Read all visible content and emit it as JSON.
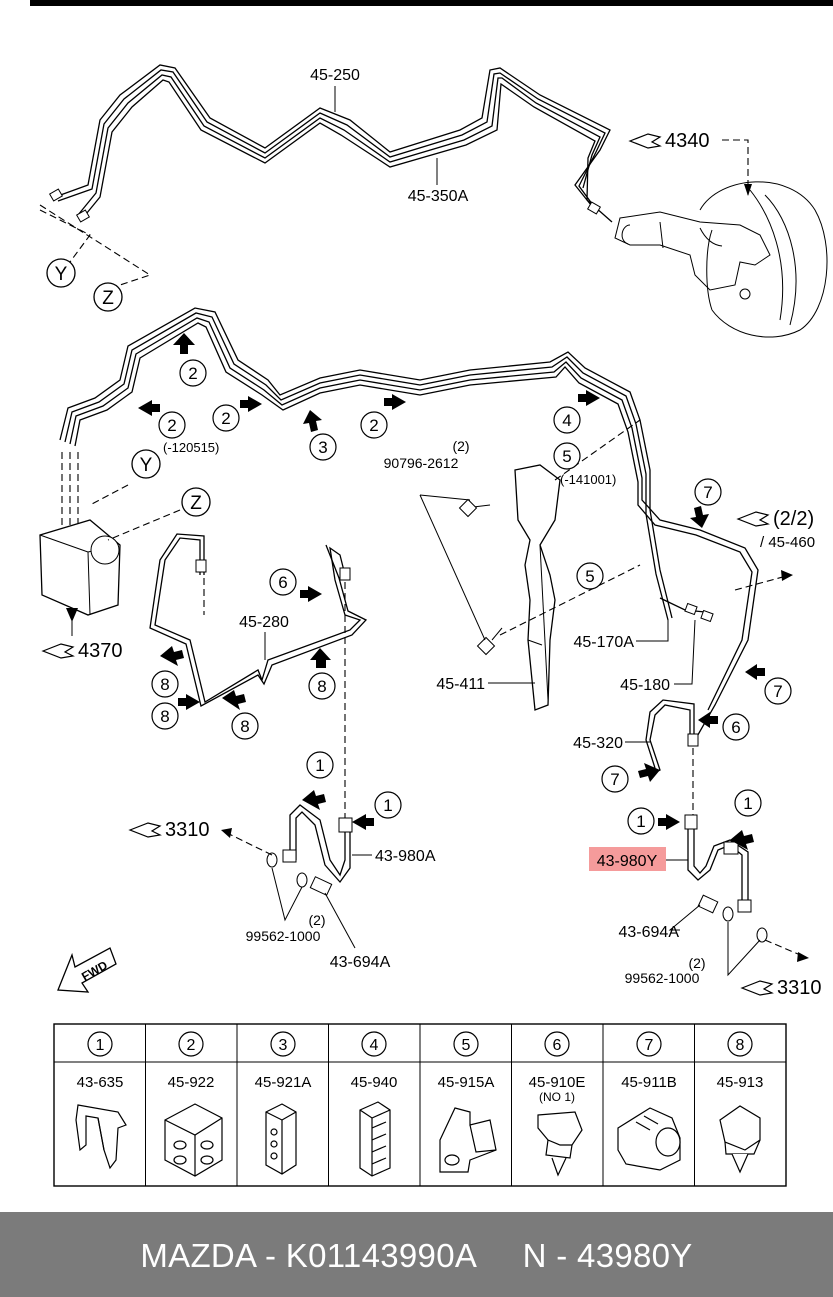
{
  "labels": {
    "p45_250": "45-250",
    "p45_350a": "45-350A",
    "p4340": "4340",
    "y": "Y",
    "z": "Z",
    "date_120515": "(-120515)",
    "qty2_90796": "(2)",
    "p90796": "90796-2612",
    "date_141001": "(-141001)",
    "p2_2": "(2/2)",
    "p45_460": "/ 45-460",
    "p4370": "4370",
    "p45_280": "45-280",
    "p45_170a": "45-170A",
    "p45_411": "45-411",
    "p45_180": "45-180",
    "p45_320": "45-320",
    "p3310_left": "3310",
    "p43_980a": "43-980A",
    "qty2_left": "(2)",
    "p99562_left": "99562-1000",
    "p43_694a_left": "43-694A",
    "p43_980y": "43-980Y",
    "p43_694a_right": "43-694A",
    "qty2_right": "(2)",
    "p99562_right": "99562-1000",
    "p3310_right": "3310",
    "fwd": "FWD"
  },
  "callout_numbers": {
    "c2a": "2",
    "c2b": "2",
    "c2c": "2",
    "c2d": "2",
    "c3": "3",
    "c4": "4",
    "c5a": "5",
    "c5b": "5",
    "c6a": "6",
    "c6b": "6",
    "c7a": "7",
    "c7b": "7",
    "c7c": "7",
    "c8a": "8",
    "c8b": "8",
    "c8c": "8",
    "c8d": "8",
    "c1a": "1",
    "c1b": "1",
    "c1c": "1",
    "c1d": "1"
  },
  "legend": [
    {
      "num": "1",
      "part": "43-635",
      "note": ""
    },
    {
      "num": "2",
      "part": "45-922",
      "note": ""
    },
    {
      "num": "3",
      "part": "45-921A",
      "note": ""
    },
    {
      "num": "4",
      "part": "45-940",
      "note": ""
    },
    {
      "num": "5",
      "part": "45-915A",
      "note": ""
    },
    {
      "num": "6",
      "part": "45-910E",
      "note": "(NO 1)"
    },
    {
      "num": "7",
      "part": "45-911B",
      "note": ""
    },
    {
      "num": "8",
      "part": "45-913",
      "note": ""
    }
  ],
  "colors": {
    "highlight": "#f59b9b",
    "footer_bg": "#7b7b7b",
    "footer_text": "#ffffff"
  },
  "footer": {
    "text": "MAZDA - K01143990A     N - 43980Y"
  }
}
